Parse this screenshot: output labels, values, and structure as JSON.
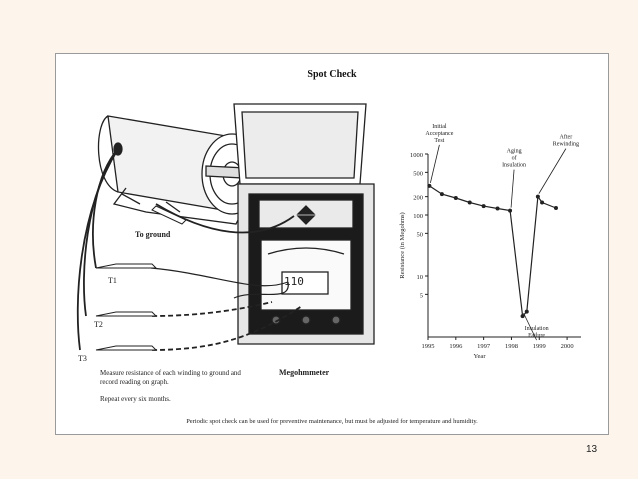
{
  "figure": {
    "title": "Spot Check",
    "labels": {
      "to_ground": "To ground",
      "t1": "T1",
      "t2": "T2",
      "t3": "T3",
      "megohmmeter": "Megohmmeter",
      "instruction": "Measure resistance of each winding to ground and record reading on graph.",
      "repeat": "Repeat every six months."
    },
    "meter_display": "110",
    "caption": "Periodic spot check can be used for preventive maintenance, but must be adjusted for temperature and humidity."
  },
  "chart_data": {
    "type": "line",
    "ylabel": "Resistance (in Megohms)",
    "xlabel": "Year",
    "x_ticks": [
      "1995",
      "1996",
      "1997",
      "1998",
      "1999",
      "2000"
    ],
    "y_ticks": [
      "1000",
      "500",
      "200",
      "100",
      "50",
      "10",
      "5"
    ],
    "y_scale": "log",
    "ylim": [
      1,
      1000
    ],
    "xlim": [
      1995,
      2000.5
    ],
    "grid": false,
    "series": [
      {
        "x": [
          1995.05,
          1995.5,
          1996.0,
          1996.5,
          1997.0,
          1997.5,
          1997.95,
          1998.4,
          1998.55,
          1998.95,
          1999.1,
          1999.6
        ],
        "values": [
          300,
          220,
          190,
          160,
          140,
          128,
          118,
          2.2,
          2.6,
          200,
          160,
          130
        ]
      }
    ],
    "annotations": [
      {
        "text": "Initial Acceptance Test",
        "x": 1995.05,
        "y": 300
      },
      {
        "text": "Aging of Insulation",
        "x": 1997.95,
        "y": 118
      },
      {
        "text": "After Rewinding",
        "x": 1998.95,
        "y": 200
      },
      {
        "text": "Insulation Failure",
        "x": 1998.4,
        "y": 2.2
      }
    ]
  },
  "page_number": "13"
}
